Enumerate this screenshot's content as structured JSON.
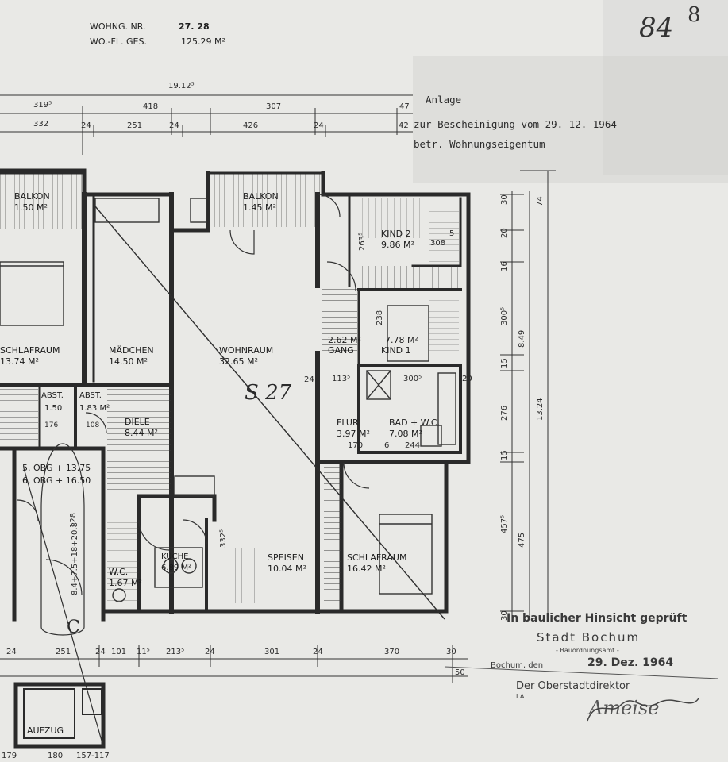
{
  "header": {
    "unit_label": "WOHNG. NR.",
    "unit_number": "27. 28",
    "area_label": "WO.-FL. GES.",
    "area_value": "125.29 M²"
  },
  "corner_note": {
    "page_number": "84",
    "mark": "8"
  },
  "annex": {
    "line1": "Anlage",
    "line2": "zur Bescheinigung vom 29. 12. 1964",
    "line3": "betr. Wohnungseigentum"
  },
  "stamp": {
    "line1": "In baulicher Hinsicht geprüft",
    "line2": "Stadt Bochum",
    "line3": "- Bauordnungsamt -",
    "place_label": "Bochum, den",
    "date": "29. Dez. 1964",
    "office": "Der Oberstadtdirektor",
    "ia": "I.A.",
    "signature": "Ameise"
  },
  "plan_marker": "S 27",
  "plan_marker_small": "C",
  "rooms": {
    "balkon_left": {
      "name": "BALKON",
      "area": "1.50 M²"
    },
    "balkon_right": {
      "name": "BALKON",
      "area": "1.45 M²"
    },
    "kind2": {
      "name": "KIND 2",
      "area": "9.86 M²"
    },
    "schlafraum_left": {
      "name": "SCHLAFRAUM",
      "area": "13.74 M²"
    },
    "maedchen": {
      "name": "MÄDCHEN",
      "area": "14.50 M²"
    },
    "wohnraum": {
      "name": "WOHNRAUM",
      "area": "32.65 M²"
    },
    "gang": {
      "name": "GANG",
      "area": "2.62 M²"
    },
    "kind1": {
      "name": "KIND 1",
      "area": "7.78 M²"
    },
    "abst1": {
      "name": "ABST.",
      "area": "1.50"
    },
    "abst2": {
      "name": "ABST.",
      "area": "1.83 M²"
    },
    "diele": {
      "name": "DIELE",
      "area": "8.44 M²"
    },
    "flur": {
      "name": "FLUR",
      "area": "3.97 M²"
    },
    "bad": {
      "name": "BAD + W.C.",
      "area": "7.08 M²"
    },
    "obg": {
      "line1": "5. OBG + 13.75",
      "line2": "6. OBG + 16.50"
    },
    "wc": {
      "name": "W.C.",
      "area": "1.67 M²"
    },
    "kueche": {
      "name": "KÜCHE",
      "area": "6.89 M²"
    },
    "speisen": {
      "name": "SPEISEN",
      "area": "10.04 M²"
    },
    "schlafraum_right": {
      "name": "SCHLAFRAUM",
      "area": "16.42 M²"
    },
    "aufzug": {
      "name": "AUFZUG"
    }
  },
  "dims_top": {
    "overall": "19.12⁵",
    "row1": [
      "319⁵",
      "418",
      "307",
      "47"
    ],
    "row2": [
      "332",
      "24",
      "251",
      "24",
      "426",
      "24",
      "42"
    ]
  },
  "dims_bottom": {
    "row": [
      "24",
      "251",
      "24",
      "101",
      "11⁵",
      "213⁵",
      "24",
      "301",
      "24",
      "370",
      "30"
    ],
    "below": "50",
    "bottom_edge": [
      "179",
      "180",
      "157-117"
    ]
  },
  "dims_right": {
    "outer": "13.24",
    "inner": "8.49",
    "total_top": "74",
    "c1": [
      "30",
      "20",
      "16",
      "300⁵",
      "15",
      "276",
      "15",
      "457⁵",
      "30"
    ],
    "c2": "475"
  },
  "dims_inner": {
    "kind2_h": "263⁵",
    "kind2_w": "308",
    "kind2_w2": "5",
    "kind1_h": "238",
    "wall_24": "24",
    "gang_w": "113⁵",
    "bad_w": "300⁵",
    "bad_w2": "20",
    "flur_w": "170",
    "bad_w3": "244",
    "flur_6": "6",
    "kueche_h": "332⁵",
    "stair_dim": "8.4+7.5+18+20.8",
    "abst_w1": "176",
    "abst_w2": "108",
    "stair_h": "128"
  }
}
